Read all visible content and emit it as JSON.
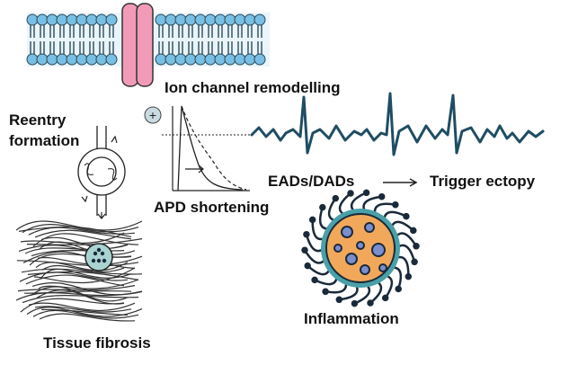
{
  "labels": {
    "ion_channel": "Ion channel remodelling",
    "reentry_line1": "Reentry",
    "reentry_line2": "formation",
    "apd": "APD shortening",
    "eads": "EADs/DADs",
    "trigger": "Trigger ectopy",
    "inflammation": "Inflammation",
    "fibrosis": "Tissue fibrosis",
    "ion_symbol": "+"
  },
  "colors": {
    "membrane_blue": "#79bfe3",
    "channel_pink": "#f29bb8",
    "ecg_teal": "#1f4d63",
    "inflammation_orange": "#f2a85a",
    "inflammation_ring": "#4aa0a8",
    "fibrosis_cell": "#a9d3d1",
    "text": "#111111"
  }
}
